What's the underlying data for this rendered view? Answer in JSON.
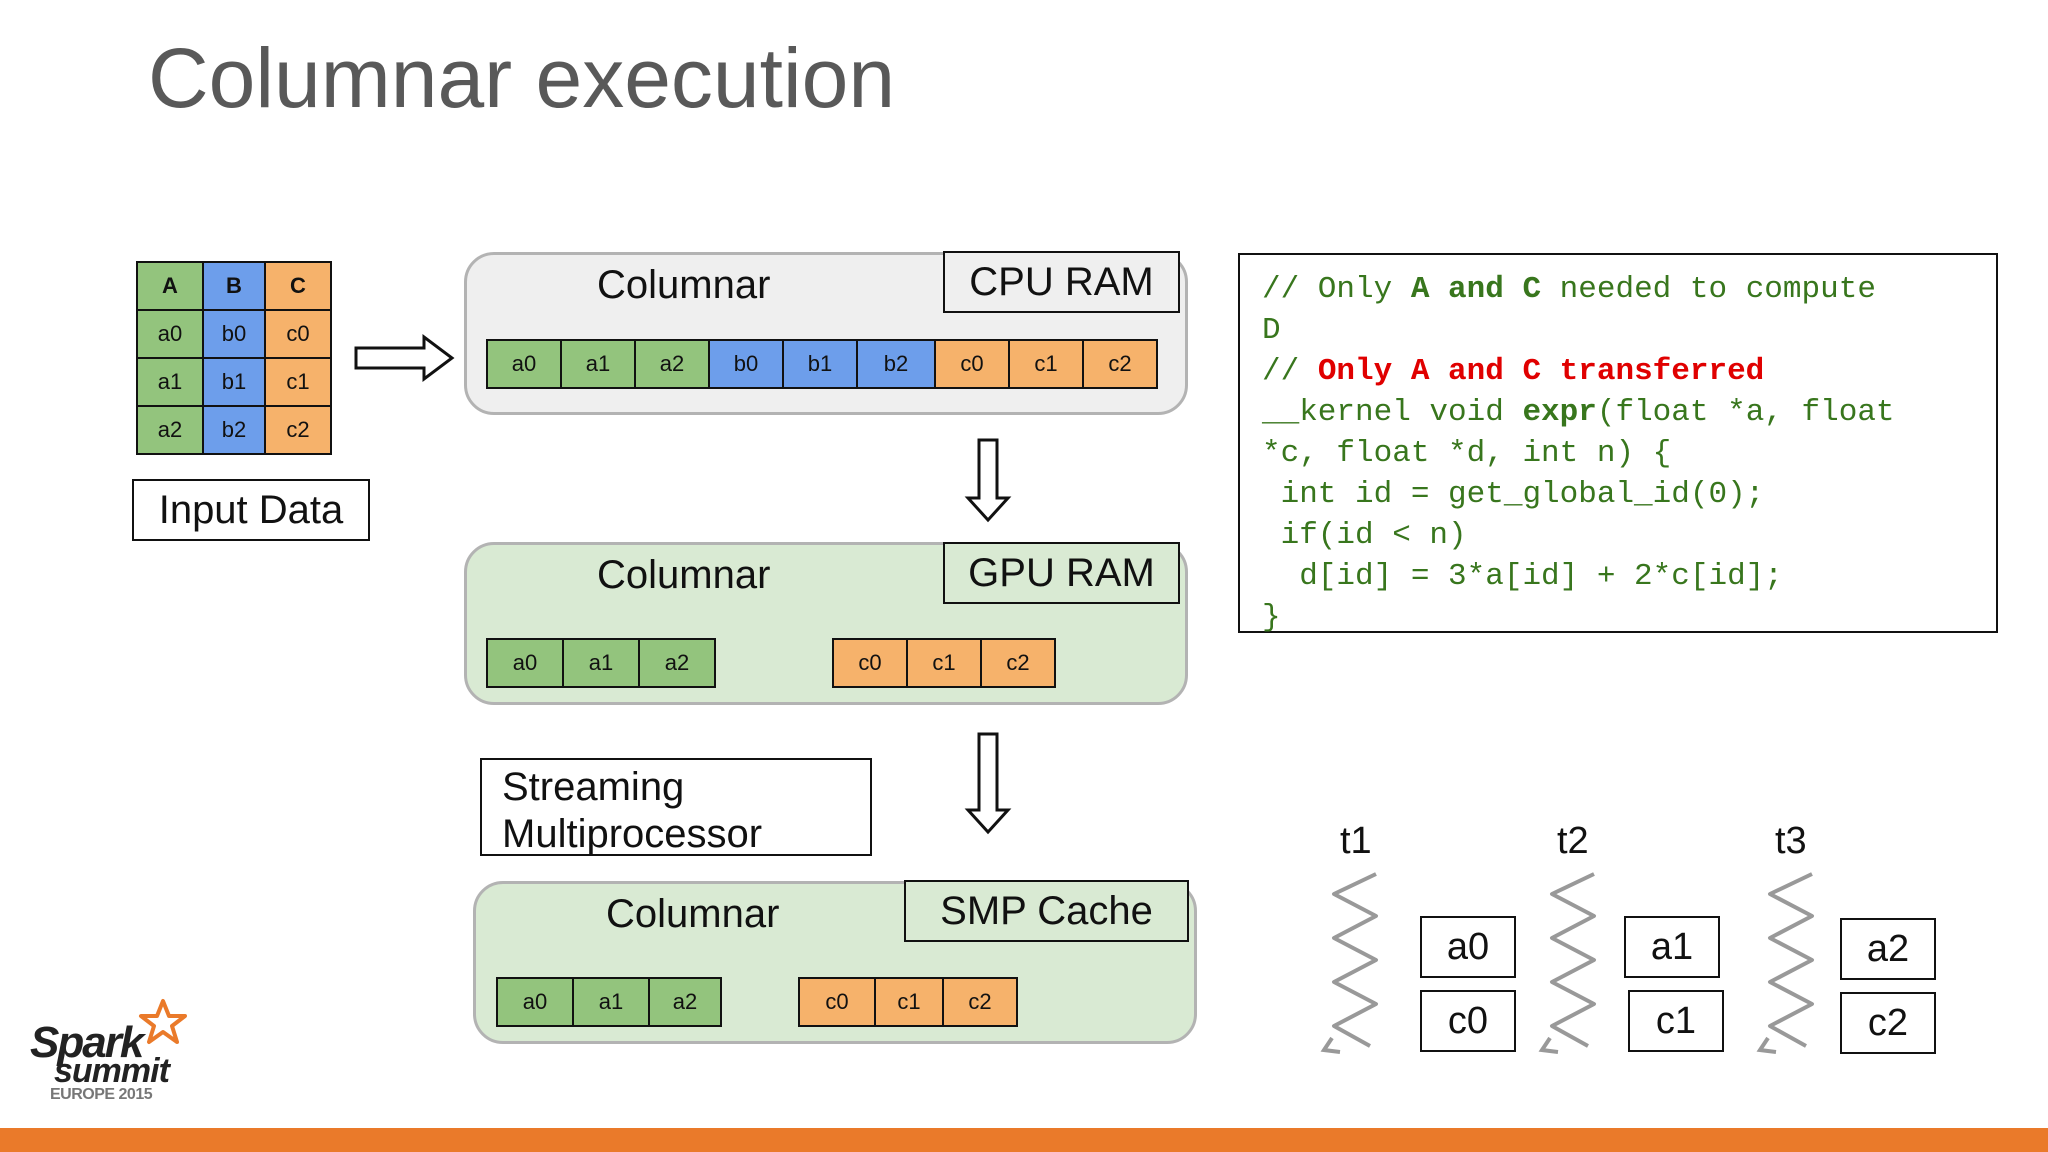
{
  "title": "Columnar execution",
  "colors": {
    "green": "#93c47d",
    "blue": "#6d9eeb",
    "orange": "#f6b26b",
    "panel_gray": "#efefef",
    "panel_green": "#d9ead3",
    "accent_bar": "#ea7a2a"
  },
  "input_table": {
    "headers": [
      "A",
      "B",
      "C"
    ],
    "rows": [
      [
        "a0",
        "b0",
        "c0"
      ],
      [
        "a1",
        "b1",
        "c1"
      ],
      [
        "a2",
        "b2",
        "c2"
      ]
    ],
    "label": "Input Data"
  },
  "cpu_panel": {
    "label": "Columnar",
    "tag": "CPU RAM",
    "cells": [
      "a0",
      "a1",
      "a2",
      "b0",
      "b1",
      "b2",
      "c0",
      "c1",
      "c2"
    ]
  },
  "gpu_panel": {
    "label": "Columnar",
    "tag": "GPU RAM",
    "cells_a": [
      "a0",
      "a1",
      "a2"
    ],
    "cells_c": [
      "c0",
      "c1",
      "c2"
    ]
  },
  "smp_panel": {
    "label": "Columnar",
    "tag": "SMP Cache",
    "cells_a": [
      "a0",
      "a1",
      "a2"
    ],
    "cells_c": [
      "c0",
      "c1",
      "c2"
    ]
  },
  "streaming_label": {
    "line1": "Streaming",
    "line2": "Multiprocessor"
  },
  "code": {
    "l1_a": "// Only ",
    "l1_b": "A and C",
    "l1_c": " needed to compute",
    "l2": "D",
    "l3_a": "// ",
    "l3_b": "Only A and C transferred",
    "l4_a": "__kernel void ",
    "l4_b": "expr",
    "l4_c": "(float *a, float",
    "l5": "*c, float *d, int n) {",
    "l6": " int id = get_global_id(0);",
    "l7": " if(id < n)",
    "l8": "  d[id] = 3*a[id] + 2*c[id];",
    "l9": "}"
  },
  "threads": [
    {
      "label": "t1",
      "top": "a0",
      "bottom": "c0"
    },
    {
      "label": "t2",
      "top": "a1",
      "bottom": "c1"
    },
    {
      "label": "t3",
      "top": "a2",
      "bottom": "c2"
    }
  ],
  "logo": {
    "line1": "Spark",
    "line2": "summit",
    "line3": "EUROPE 2015"
  }
}
